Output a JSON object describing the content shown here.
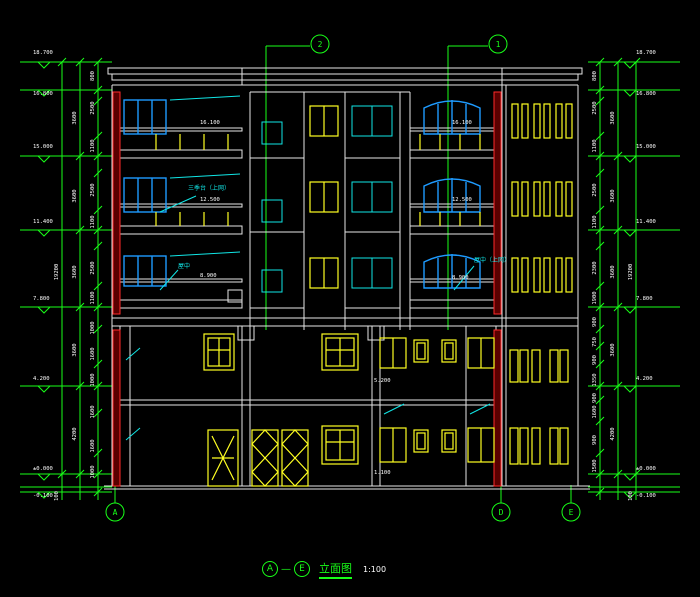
{
  "elevation": {
    "left_level_marks": [
      "18.700",
      "16.800",
      "15.000",
      "11.400",
      "7.800",
      "4.200",
      "±0.000",
      "-0.100"
    ],
    "right_level_marks": [
      "18.700",
      "16.800",
      "15.000",
      "11.400",
      "7.800",
      "4.200",
      "±0.000",
      "-0.100"
    ],
    "left_dims": [
      "800",
      "2500",
      "3600",
      "1100",
      "2500",
      "3600",
      "1100",
      "2500",
      "3600",
      "1100",
      "19200",
      "1000",
      "1600",
      "3600",
      "1000",
      "1600",
      "4200",
      "1600",
      "1000",
      "100"
    ],
    "right_dims": [
      "800",
      "2500",
      "3600",
      "1100",
      "2500",
      "3600",
      "1100",
      "2300",
      "3600",
      "1900",
      "19200",
      "900",
      "750",
      "3600",
      "900",
      "1350",
      "900",
      "1600",
      "4200",
      "900",
      "1500",
      "100"
    ],
    "inner_level_labels": [
      "16.100",
      "12.500",
      "8.900",
      "5.200",
      "1.100"
    ],
    "inner_level_labels_right": [
      "16.100",
      "12.500",
      "8.900"
    ],
    "room_notes": [
      "三季台（上网）",
      "屋中",
      "屋中（上网）"
    ],
    "axis_top": [
      "2",
      "1"
    ],
    "axis_bottom": [
      "A",
      "D",
      "E"
    ],
    "title": {
      "axis_from": "A",
      "dash": "—",
      "axis_to": "E",
      "name": "立面图",
      "scale": "1:100"
    }
  },
  "colors": {
    "background": "#000000",
    "dimension": "#18ff18",
    "outline": "#e6e6e6",
    "window_yellow": "#ffff22",
    "window_blue": "#1e9bff",
    "cyan": "#11e6e6",
    "column_red": "#ff2a2a"
  }
}
